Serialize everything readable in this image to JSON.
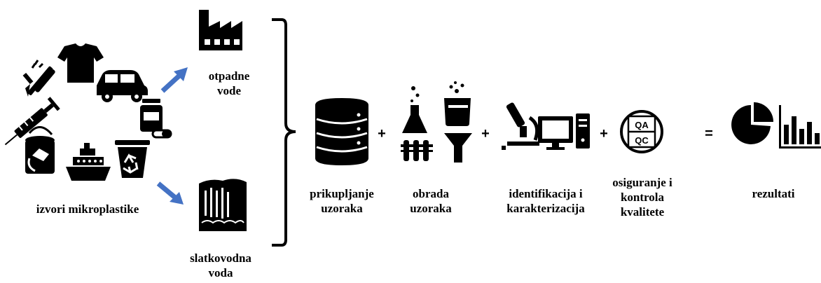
{
  "sources": {
    "label": "izvori mikroplastike",
    "icons": [
      "cutlery-icon",
      "tshirt-icon",
      "car-icon",
      "syringe-icon",
      "pills-icon",
      "paint-can-icon",
      "ship-icon",
      "recycle-bin-icon"
    ]
  },
  "destinations": [
    {
      "line1": "otpadne",
      "line2": "vode",
      "icon": "factory-icon"
    },
    {
      "line1": "slatkovodna",
      "line2": "voda",
      "icon": "waterfall-icon"
    }
  ],
  "steps": [
    {
      "line1": "prikupljanje",
      "line2": "uzoraka",
      "icon": "database-icon"
    },
    {
      "line1": "obrada",
      "line2": "uzoraka",
      "icon": "lab-glassware-icon"
    },
    {
      "line1": "identifikacija i",
      "line2": "karakterizacija",
      "icon": "microscope-computer-icon"
    },
    {
      "line1": "osiguranje i",
      "line2": "kontrola",
      "line3": "kvalitete",
      "icon": "qa-qc-icon"
    },
    {
      "line1": "rezultati",
      "icon": "charts-icon"
    }
  ],
  "operators": {
    "plus": "+",
    "equals": "="
  },
  "qa": {
    "top": "QA",
    "bottom": "QC"
  },
  "colors": {
    "arrow": "#4472c4",
    "icon": "#000000"
  }
}
